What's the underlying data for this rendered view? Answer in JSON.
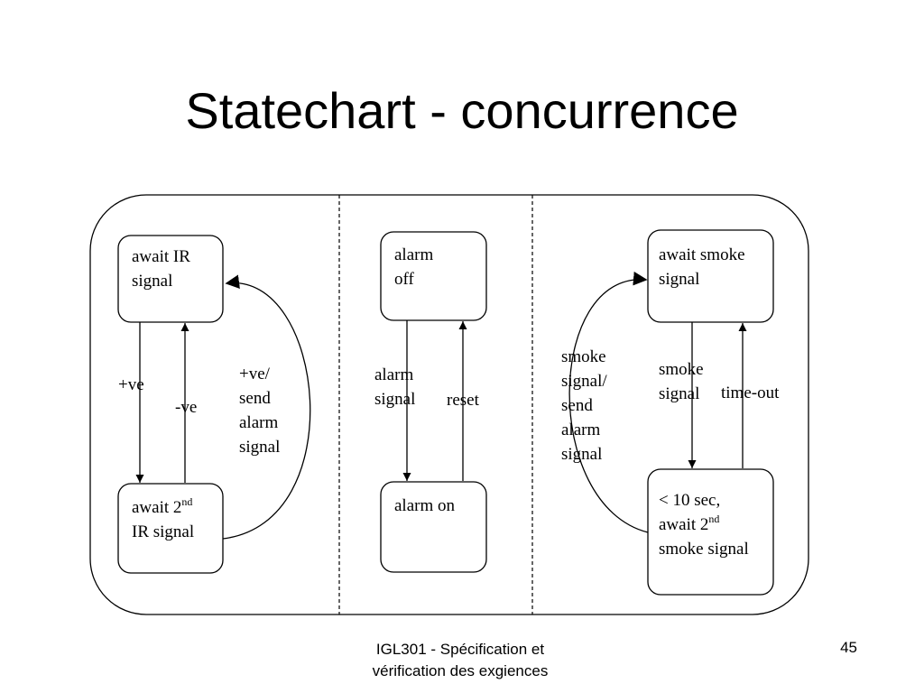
{
  "slide": {
    "title": "Statechart - concurrence",
    "footer_line1": "IGL301 - Spécification et",
    "footer_line2": "vérification des exgiences",
    "page_number": "45"
  },
  "states": {
    "await_ir": [
      "await IR",
      "signal"
    ],
    "await_2nd_ir": {
      "line1_pre": "await 2",
      "line1_sup": "nd",
      "line2": "IR signal"
    },
    "alarm_off": [
      "alarm",
      "off"
    ],
    "alarm_on": [
      "alarm on"
    ],
    "await_smoke": [
      "await  smoke",
      "signal"
    ],
    "await_2nd_smoke": {
      "line1": "< 10 sec,",
      "line2_pre": "await  2",
      "line2_sup": "nd",
      "line3": "smoke signal"
    }
  },
  "transitions": {
    "plus_ve": "+ve",
    "minus_ve": "-ve",
    "plus_ve_send": [
      "+ve/",
      "send",
      "alarm",
      "signal"
    ],
    "alarm_signal": [
      "alarm",
      "signal"
    ],
    "reset": "reset",
    "smoke_signal_send": [
      "smoke",
      "signal/",
      "send",
      "alarm",
      "signal"
    ],
    "smoke_signal": [
      "smoke",
      "signal"
    ],
    "time_out": "time-out"
  }
}
